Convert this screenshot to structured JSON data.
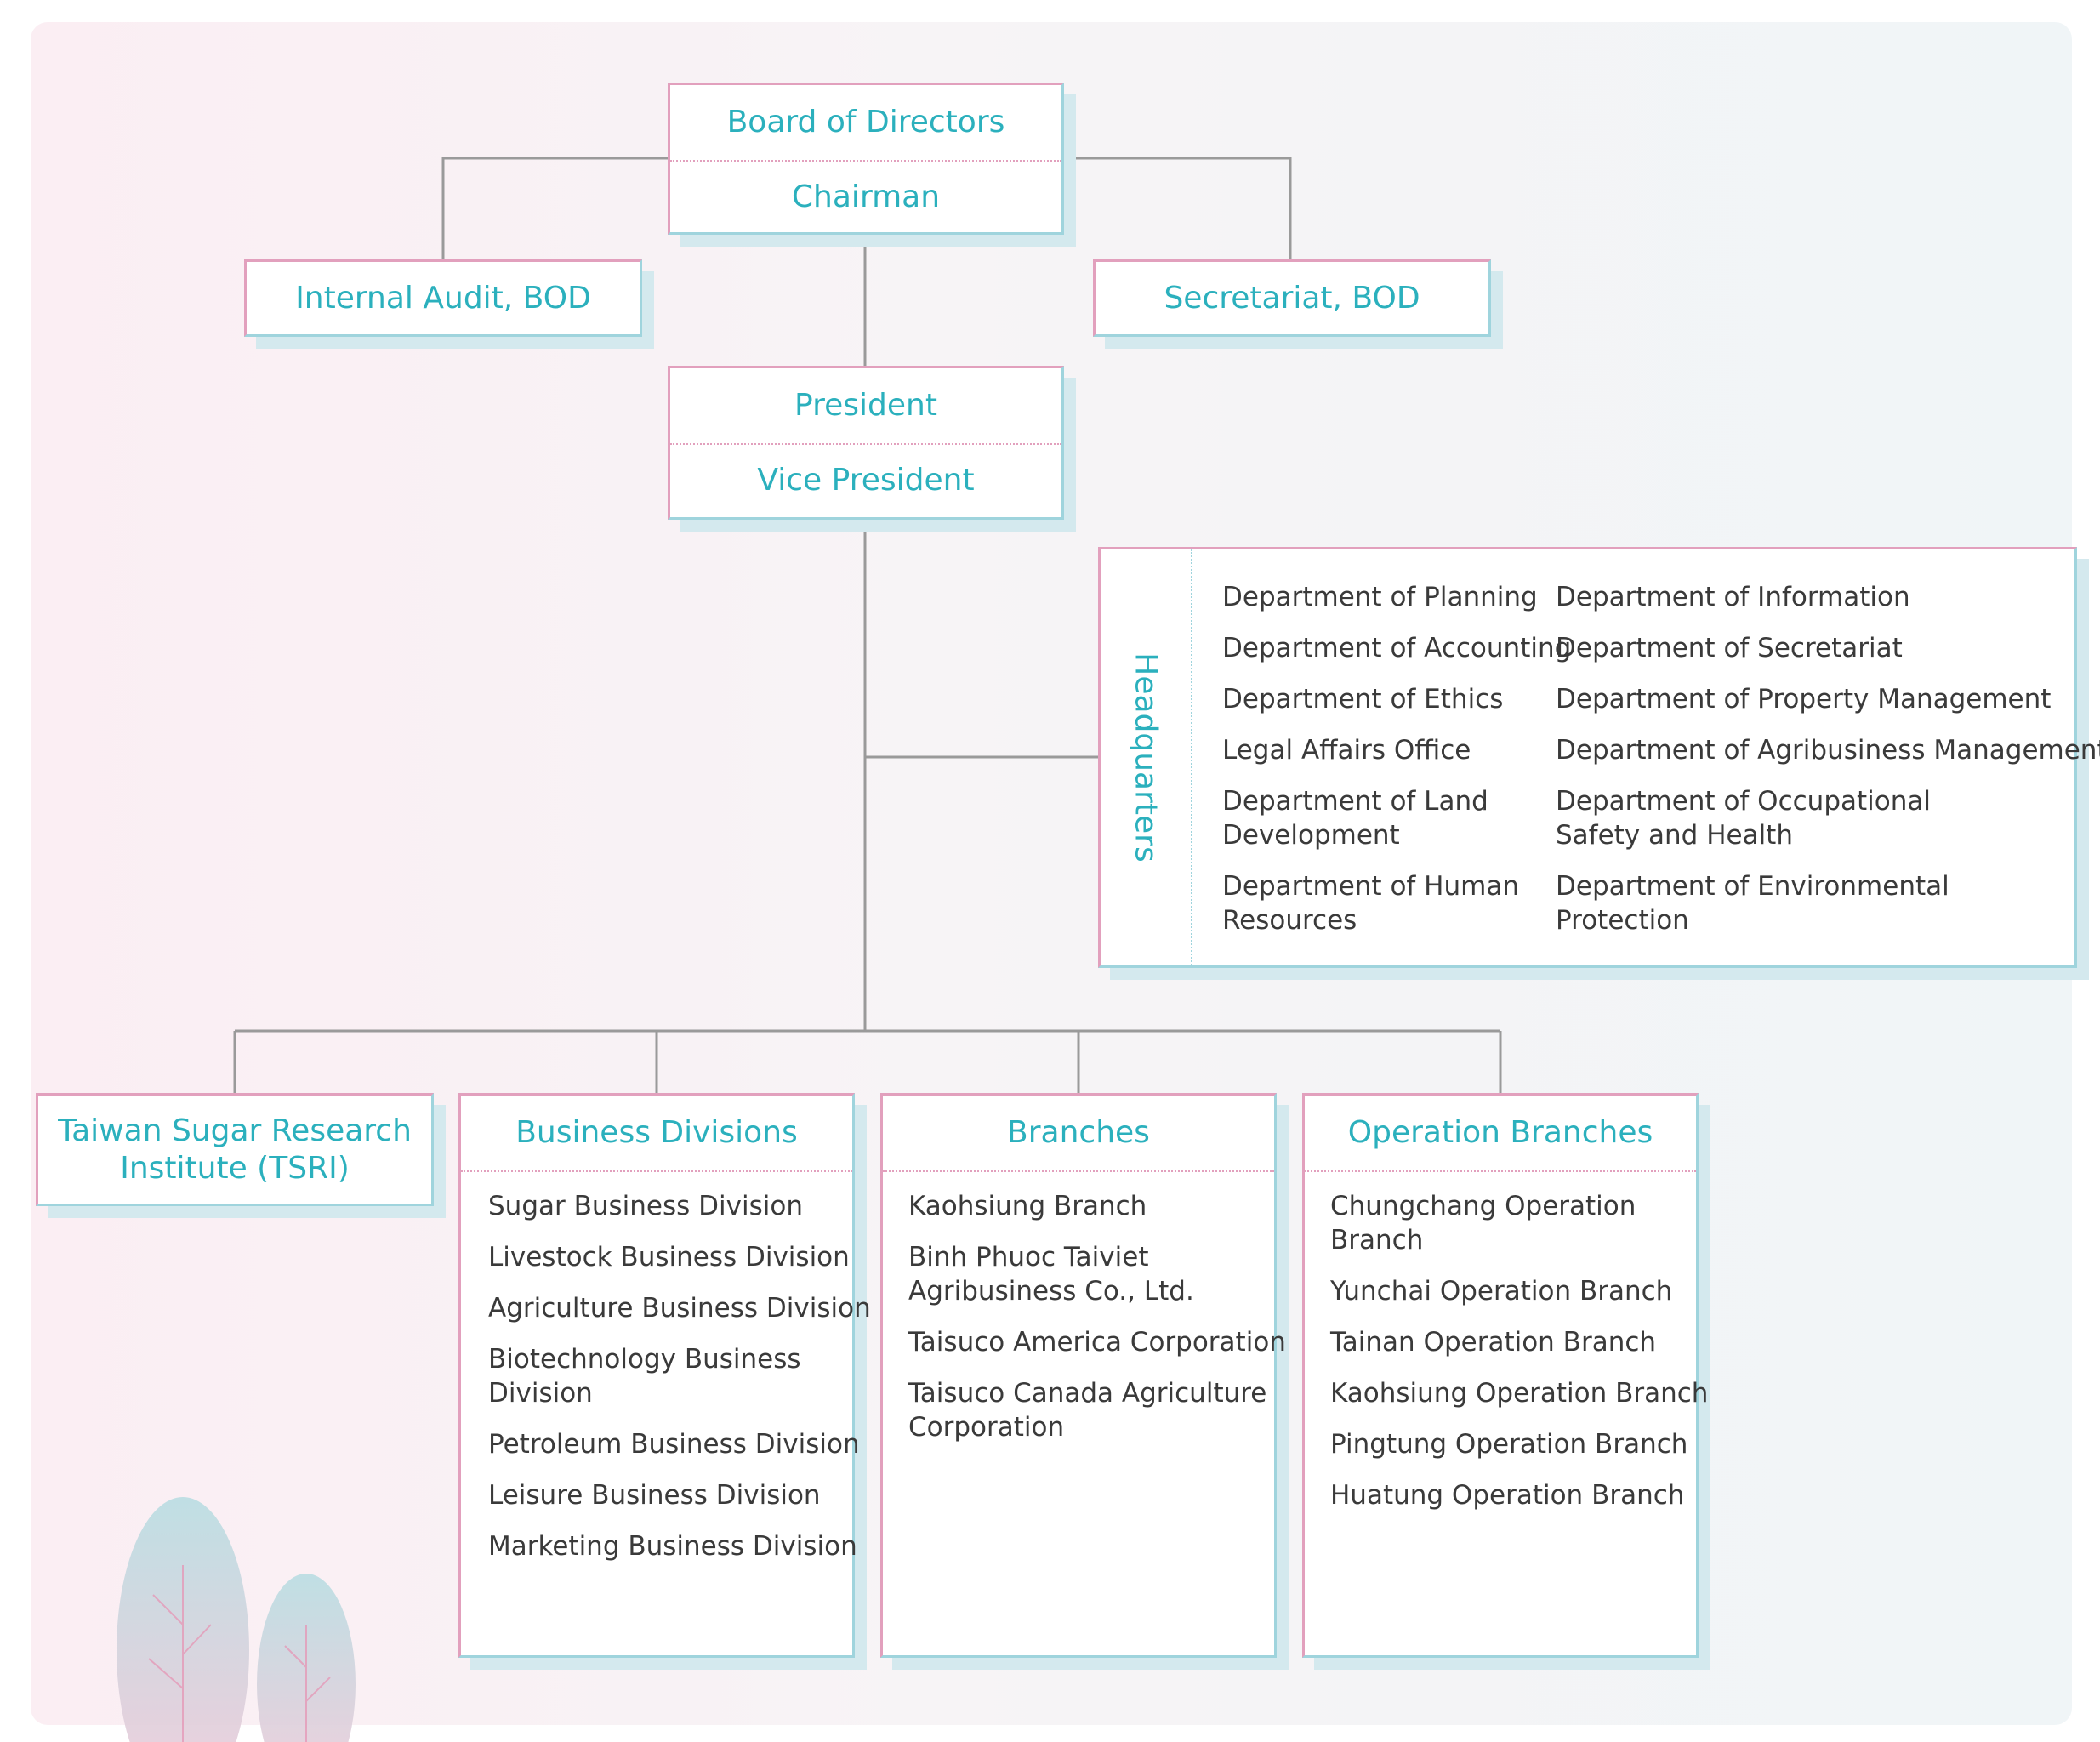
{
  "board": {
    "title": "Board of Directors",
    "subtitle": "Chairman"
  },
  "internal_audit": "Internal Audit, BOD",
  "secretariat": "Secretariat, BOD",
  "president": {
    "title": "President",
    "subtitle": "Vice President"
  },
  "headquarters": {
    "label": "Headquarters",
    "left": [
      "Department of Planning",
      "Department of Accounting",
      "Department of Ethics",
      "Legal Affairs Office",
      "Department of Land\nDevelopment",
      "Department of Human\nResources"
    ],
    "right": [
      "Department of Information",
      "Department of Secretariat",
      "Department of Property Management",
      "Department of Agribusiness Management",
      "Department of Occupational\nSafety and Health",
      "Department of Environmental\nProtection"
    ]
  },
  "tsri": "Taiwan Sugar Research\nInstitute (TSRI)",
  "business_divisions": {
    "title": "Business Divisions",
    "items": [
      "Sugar Business Division",
      "Livestock Business Division",
      "Agriculture Business Division",
      "Biotechnology Business\nDivision",
      "Petroleum Business Division",
      "Leisure Business Division",
      "Marketing Business Division"
    ]
  },
  "branches": {
    "title": "Branches",
    "items": [
      "Kaohsiung Branch",
      "Binh Phuoc Taiviet\nAgribusiness Co., Ltd.",
      "Taisuco America Corporation",
      "Taisuco Canada Agriculture\nCorporation"
    ]
  },
  "operation_branches": {
    "title": "Operation Branches",
    "items": [
      "Chungchang Operation\nBranch",
      "Yunchai Operation Branch",
      "Tainan Operation Branch",
      "Kaohsiung Operation Branch",
      "Pingtung Operation Branch",
      "Huatung Operation Branch"
    ]
  },
  "colors": {
    "accent_text": "#2bb0bd",
    "border_pink": "#e2a0bd",
    "border_teal": "#9fd4dd",
    "shadow": "#d4e9ee",
    "connector": "#9a9a9a"
  }
}
